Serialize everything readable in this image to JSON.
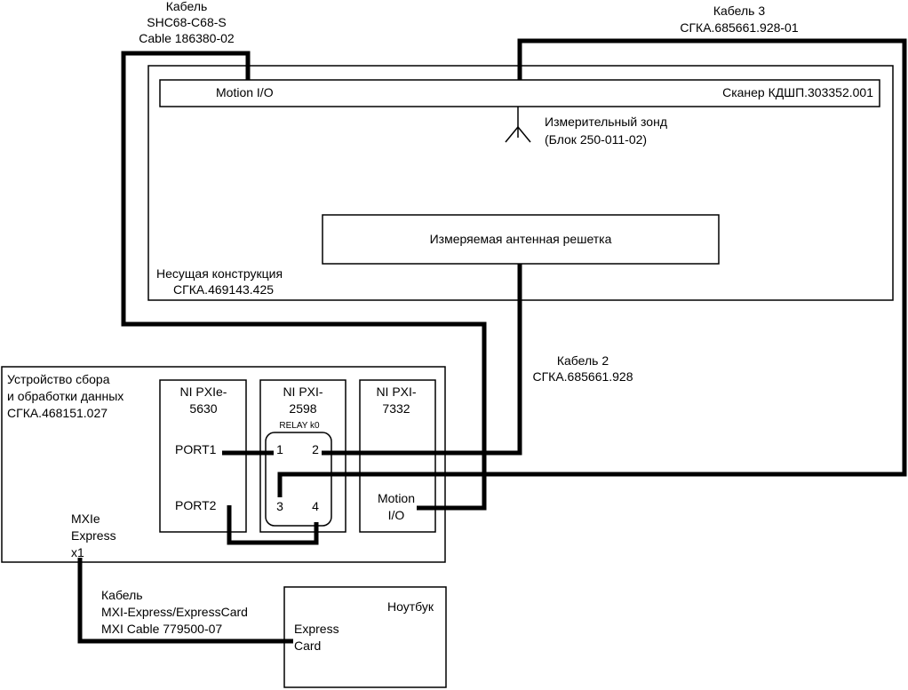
{
  "cable_top": {
    "line1": "Кабель",
    "line2": "SHC68-C68-S",
    "line3": "Cable 186380-02"
  },
  "cable3": {
    "line1": "Кабель 3",
    "line2": "СГКА.685661.928-01"
  },
  "scanner": {
    "motion_io": "Motion I/O",
    "name": "Сканер КДШП.303352.001"
  },
  "probe": {
    "line1": "Измерительный зонд",
    "line2": "(Блок 250-011-02)"
  },
  "antenna": {
    "label": "Измеряемая антенная решетка"
  },
  "frame": {
    "line1": "Несущая конструкция",
    "line2": "СГКА.469143.425"
  },
  "cable2": {
    "line1": "Кабель 2",
    "line2": "СГКА.685661.928"
  },
  "daq": {
    "line1": "Устройство сбора",
    "line2": "и обработки данных",
    "line3": "СГКА.468151.027"
  },
  "module_5630": {
    "line1": "NI PXIe-",
    "line2": "5630",
    "port1": "PORT1",
    "port2": "PORT2"
  },
  "module_2598": {
    "line1": "NI PXI-",
    "line2": "2598",
    "relay": "RELAY k0",
    "pin1": "1",
    "pin2": "2",
    "pin3": "3",
    "pin4": "4"
  },
  "module_7332": {
    "line1": "NI PXI-",
    "line2": "7332",
    "motion1": "Motion",
    "motion2": "I/O"
  },
  "mxie": {
    "line1": "MXIe",
    "line2": "Express",
    "line3": "x1"
  },
  "cable_mxi": {
    "line1": "Кабель",
    "line2": "MXI-Express/ExpressCard",
    "line3": "MXI Cable 779500-07"
  },
  "laptop": {
    "title": "Ноутбук",
    "card1": "Express",
    "card2": "Card"
  }
}
